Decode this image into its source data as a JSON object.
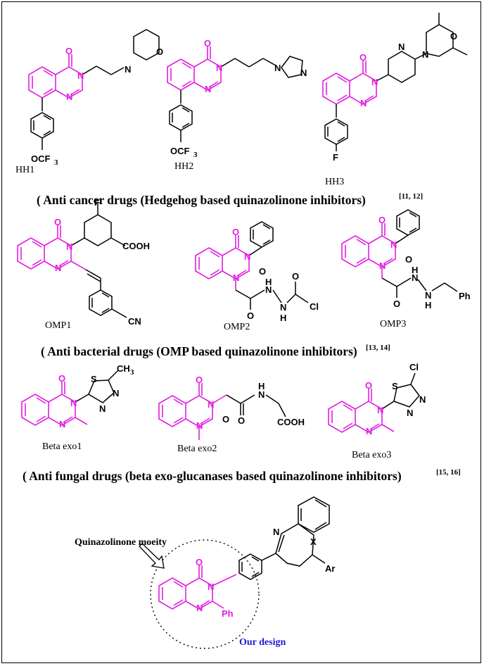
{
  "labels": {
    "hh1": "HH1",
    "hh2": "HH2",
    "hh3": "HH3",
    "omp1": "OMP1",
    "omp2": "OMP2",
    "omp3": "OMP3",
    "beta1": "Beta exo1",
    "beta2": "Beta exo2",
    "beta3": "Beta exo3"
  },
  "captions": {
    "row1": "( Anti cancer drugs  (Hedgehog based quinazolinone inhibitors)",
    "row1_ref": "[11, 12]",
    "row2": "( Anti bacterial drugs  (OMP based quinazolinone inhibitors)",
    "row2_ref": "[13, 14]",
    "row3": "( Anti fungal drugs  (beta exo-glucanases based quinazolinone inhibitors)",
    "row3_ref": "[15, 16]"
  },
  "design": {
    "moiety_label": "Quinazolinone moeity",
    "our_design": "Our design"
  },
  "atoms": {
    "O": "O",
    "N": "N",
    "F": "F",
    "Cl": "Cl",
    "S": "S",
    "H": "H",
    "CN": "CN",
    "COOH": "COOH",
    "OCF3": "OCF",
    "sub3": "3",
    "CH3": "CH",
    "Ph": "Ph",
    "Ar": "Ar",
    "X": "X"
  },
  "colors": {
    "scaffold": "#e01fe0",
    "design_text": "#1a1ad6",
    "bonds": "#000000"
  }
}
